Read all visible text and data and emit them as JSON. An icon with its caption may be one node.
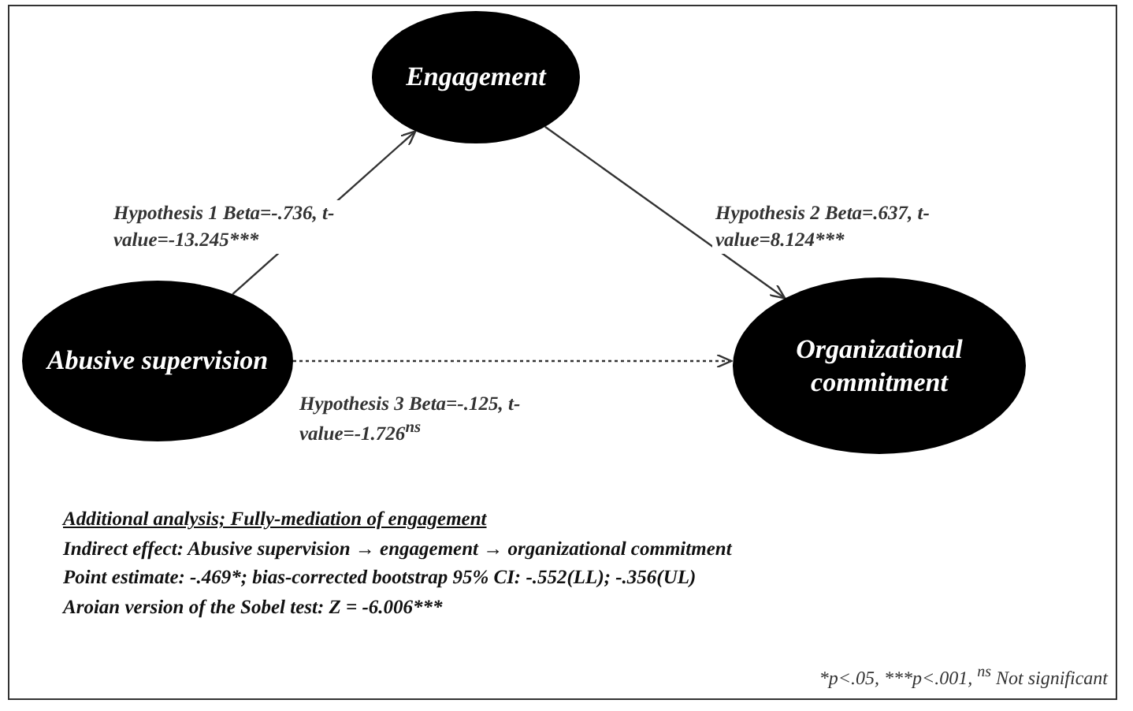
{
  "diagram": {
    "nodes": [
      {
        "text": [
          "Engagement"
        ]
      },
      {
        "text": [
          "Abusive supervision"
        ]
      },
      {
        "text": [
          "Organizational commitment"
        ]
      }
    ],
    "edges": [
      {
        "from": 1,
        "to": 0,
        "arrow": "to",
        "label": "Hypothesis 1 Beta=-.736, t-value=-13.245***"
      },
      {
        "from": 0,
        "to": 2,
        "arrow": "to",
        "label": "Hypothesis 2 Beta=.637, t-value=8.124***"
      },
      {
        "from": 1,
        "to": 2,
        "arrow": "to",
        "style": "dashed",
        "label": "Hypothesis 3 Beta=-.125, t-value=-1.726$^{ns}$"
      }
    ],
    "labels": [
      "Additional analysis; Fully-mediation of engagement",
      "Indirect effect: Abusive supervision → engagement → organizational commitment",
      "Point estimate: -.469*; bias-corrected bootstrap 95% CI:  -.552(LL); -.356(UL)",
      "Aroian version of the Sobel test: Z =  -6.006***",
      "*p<.05, ***p<.001, $^{ns}$ Not significant"
    ]
  }
}
